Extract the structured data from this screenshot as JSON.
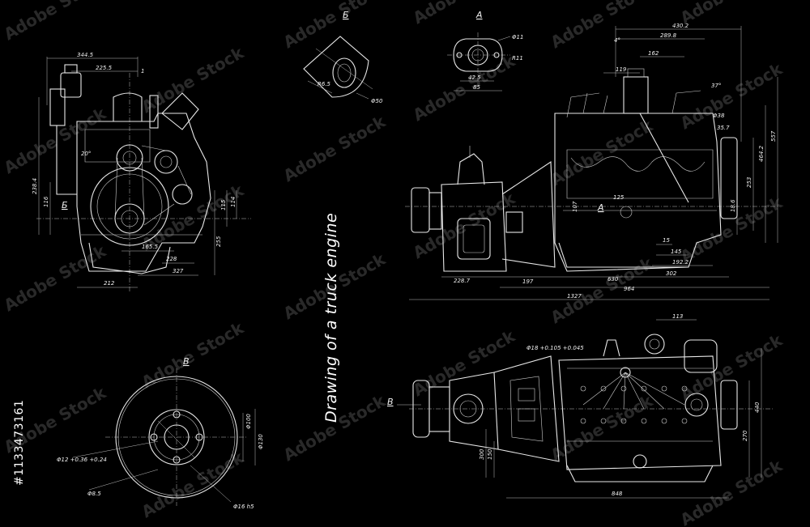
{
  "title": "Drawing of a truck engine",
  "watermark": "Adobe Stock",
  "stock_id": "#1133473161",
  "sections": {
    "b_cyr": "Б",
    "a_cyr": "А",
    "v_cyr": "В",
    "v_lat": "B"
  },
  "dims_front": [
    "344.5",
    "225.5",
    "1",
    "238.4",
    "116",
    "115",
    "114",
    "165.5",
    "228",
    "327",
    "212",
    "255",
    "20°",
    "Б"
  ],
  "dims_detail_b": [
    "R6.5",
    "Φ50",
    "Б"
  ],
  "dims_detail_a": [
    "Φ11",
    "R11",
    "42.5",
    "85"
  ],
  "dims_side": [
    "430.2",
    "289.8",
    "4°",
    "162",
    "119",
    "37°",
    "Φ38",
    "35.7",
    "557",
    "464.2",
    "253",
    "107",
    "125",
    "18.6",
    "15",
    "145",
    "192.2",
    "302",
    "630",
    "228.7",
    "197",
    "964",
    "1327",
    "А"
  ],
  "dims_pulley": [
    "Φ12 +0.36 +0.24",
    "Φ8.5",
    "Φ16 h5",
    "Φ100",
    "Φ130",
    "В"
  ],
  "dims_top": [
    "113",
    "Φ18 +0.105 +0.045",
    "440",
    "270",
    "300",
    "150",
    "848",
    "B"
  ],
  "colors": {
    "background": "#000000",
    "line": "#e8e8e8"
  }
}
